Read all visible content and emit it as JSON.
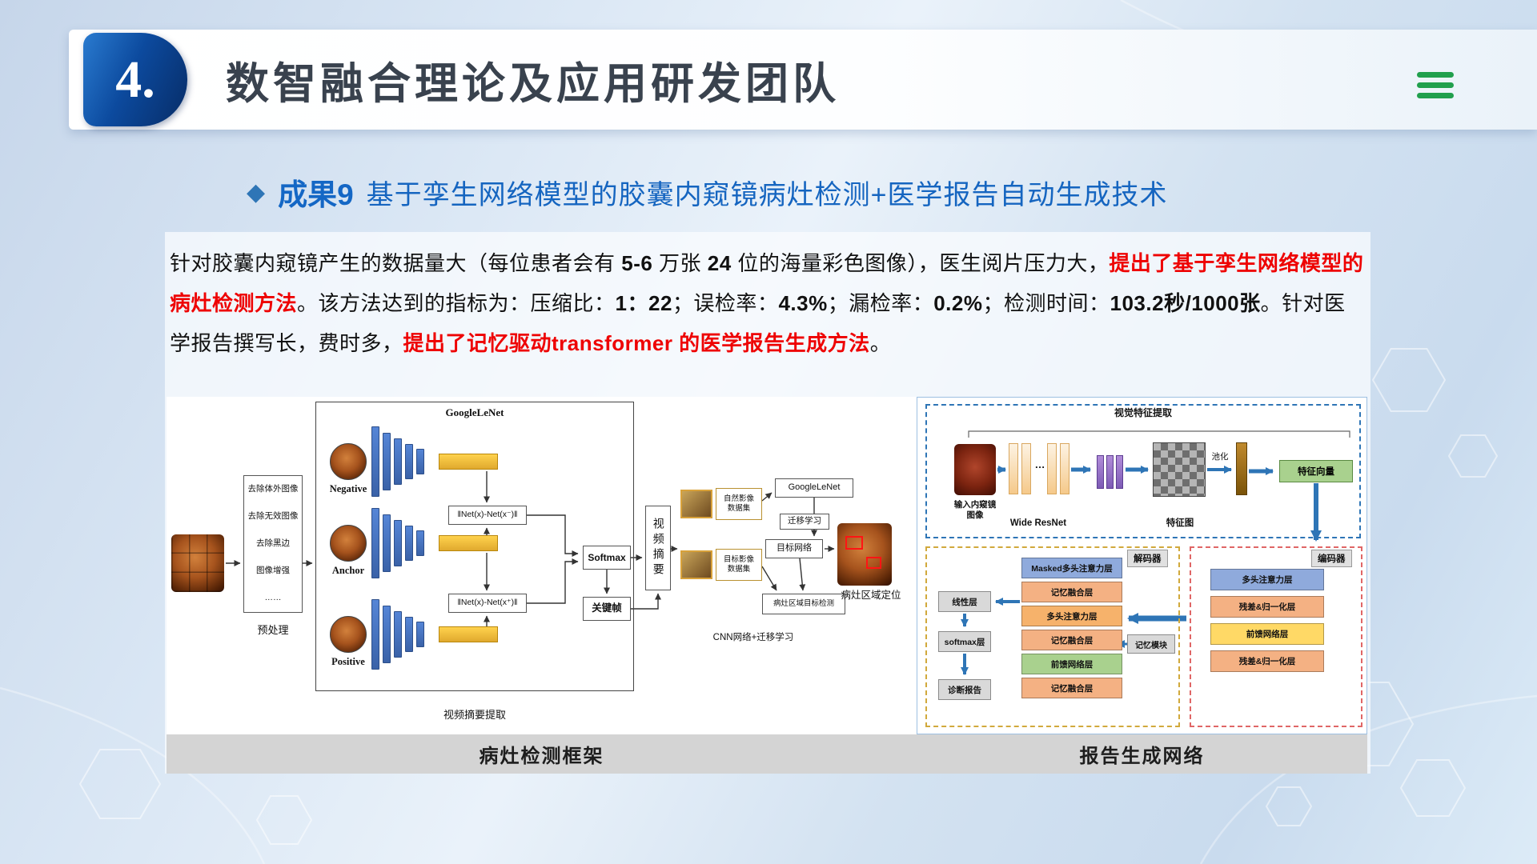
{
  "header": {
    "badge": "4.",
    "title": "数智融合理论及应用研发团队"
  },
  "subtitle": {
    "bullet": "◆",
    "tag": "成果9",
    "text": "基于孪生网络模型的胶囊内窥镜病灶检测+医学报告自动生成技术"
  },
  "paragraph": {
    "segments": [
      {
        "text": "针对胶囊内窥镜产生的数据量大（每位患者会有 ",
        "style": "normal"
      },
      {
        "text": "5-6",
        "style": "bold"
      },
      {
        "text": " 万张 ",
        "style": "normal"
      },
      {
        "text": "24",
        "style": "bold"
      },
      {
        "text": " 位的海量彩色图像），医生阅片压力大，",
        "style": "normal"
      },
      {
        "text": "提出了基于孪生网络模型的病灶检测方法",
        "style": "redbold"
      },
      {
        "text": "。该方法达到的指标为：压缩比：",
        "style": "normal"
      },
      {
        "text": "1：22",
        "style": "bold"
      },
      {
        "text": "；误检率：",
        "style": "normal"
      },
      {
        "text": "4.3%",
        "style": "bold"
      },
      {
        "text": "；漏检率：",
        "style": "normal"
      },
      {
        "text": "0.2%",
        "style": "bold"
      },
      {
        "text": "；检测时间：",
        "style": "normal"
      },
      {
        "text": "103.2秒/1000张",
        "style": "bold"
      },
      {
        "text": "。针对医学报告撰写长，费时多，",
        "style": "normal"
      },
      {
        "text": "提出了记忆驱动transformer 的医学报告生成方法",
        "style": "redbold"
      },
      {
        "text": "。",
        "style": "normal"
      }
    ]
  },
  "fig_left": {
    "caption": "病灶检测框架",
    "preprocess_lines": [
      "去除体外图像",
      "去除无效图像",
      "去除黑边",
      "图像增强",
      "……"
    ],
    "preprocess_label": "预处理",
    "network_label": "GoogleLeNet",
    "row_labels": [
      "Negative",
      "Anchor",
      "Positive"
    ],
    "net_diff_neg": "‖Net(x)-Net(x⁻)‖",
    "net_diff_pos": "‖Net(x)-Net(x⁺)‖",
    "softmax": "Softmax",
    "keyframe": "关键帧",
    "video_summary": "视频摘要",
    "video_summary_caption": "视频摘要提取",
    "natural_dataset": "自然影像\n数据集",
    "target_dataset": "目标影像\n数据集",
    "transfer_googlenet": "GoogleLeNet",
    "transfer_learning": "迁移学习",
    "target_network": "目标网络",
    "lesion_target_detect": "病灶区域目标检测",
    "transfer_caption": "CNN网络+迁移学习",
    "result_label": "病灶区域定位"
  },
  "fig_right": {
    "caption": "报告生成网络",
    "visual_feature_label": "视觉特征提取",
    "input_label": "输入内窥镜\n图像",
    "backbone_label": "Wide ResNet",
    "dots": "…",
    "feature_map_label": "特征图",
    "pooling_label": "池化",
    "feature_vector_label": "特征向量",
    "decoder_label": "解码器",
    "encoder_label": "编码器",
    "decoder_layers": [
      "Masked多头注意力层",
      "记忆融合层",
      "多头注意力层",
      "记忆融合层",
      "前馈网络层",
      "记忆融合层"
    ],
    "linear_layer": "线性层",
    "softmax_layer": "softmax层",
    "report": "诊断报告",
    "memory_module": "记忆模块",
    "encoder_layers": [
      "多头注意力层",
      "残差&归一化层",
      "前馈网络层",
      "残差&归一化层"
    ]
  },
  "colors": {
    "badge_blue": "#0c4a9e",
    "subtitle_blue": "#1565c0",
    "highlight_red": "#ee0202",
    "menu_green": "#21a04d",
    "arrow_blue": "#2e75b6"
  }
}
